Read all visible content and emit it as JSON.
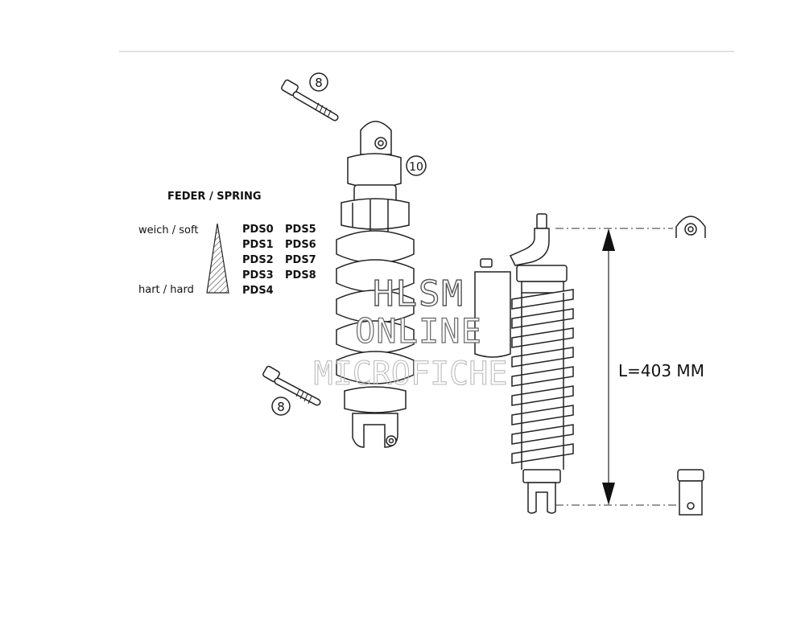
{
  "spring_table": {
    "title": "FEDER / SPRING",
    "soft_label": "weich / soft",
    "hard_label": "hart / hard",
    "col1": [
      "PDS0",
      "PDS1",
      "PDS2",
      "PDS3",
      "PDS4"
    ],
    "col2": [
      "PDS5",
      "PDS6",
      "PDS7",
      "PDS8"
    ]
  },
  "callouts": {
    "bolt_top": "8",
    "top_eye": "10",
    "bolt_bottom": "8"
  },
  "dimension": {
    "length_label": "L=403 MM"
  },
  "watermark": {
    "line1": "HLSM",
    "line2": "ONLINE",
    "line3": "MICROFICHE"
  }
}
